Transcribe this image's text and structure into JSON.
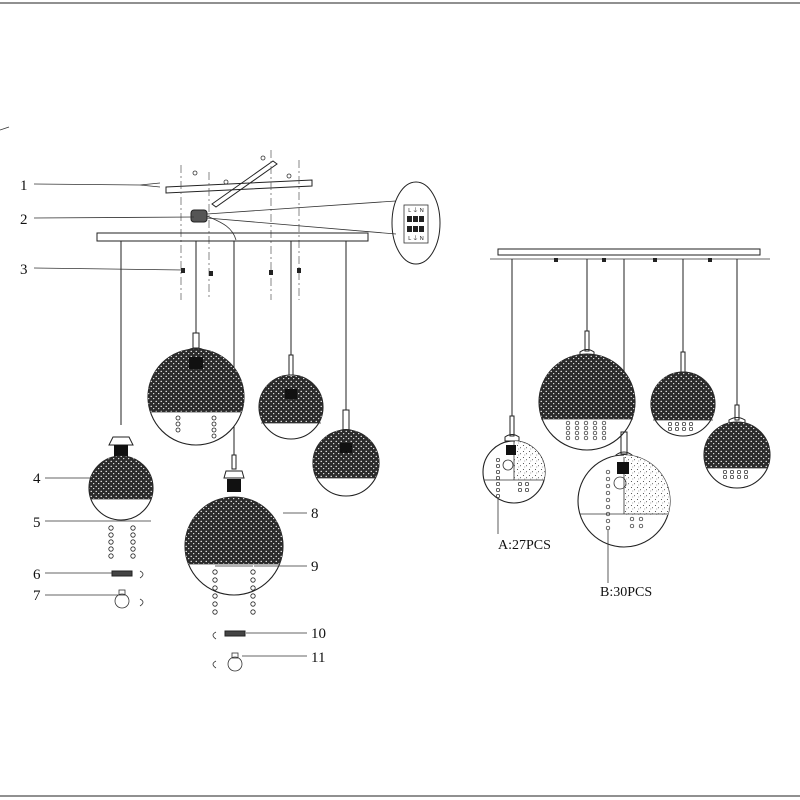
{
  "callouts": [
    "1",
    "2",
    "3",
    "4",
    "5",
    "6",
    "7",
    "8",
    "9",
    "10",
    "11"
  ],
  "crystal_counts": {
    "a": "A:27PCS",
    "b": "B:30PCS"
  },
  "connector_terminals": {
    "top": "L ⏚ N",
    "bottom": "L ⏚ N"
  },
  "colors": {
    "line": "#222222",
    "texture": "#2a2a2a",
    "paper": "#ffffff"
  }
}
